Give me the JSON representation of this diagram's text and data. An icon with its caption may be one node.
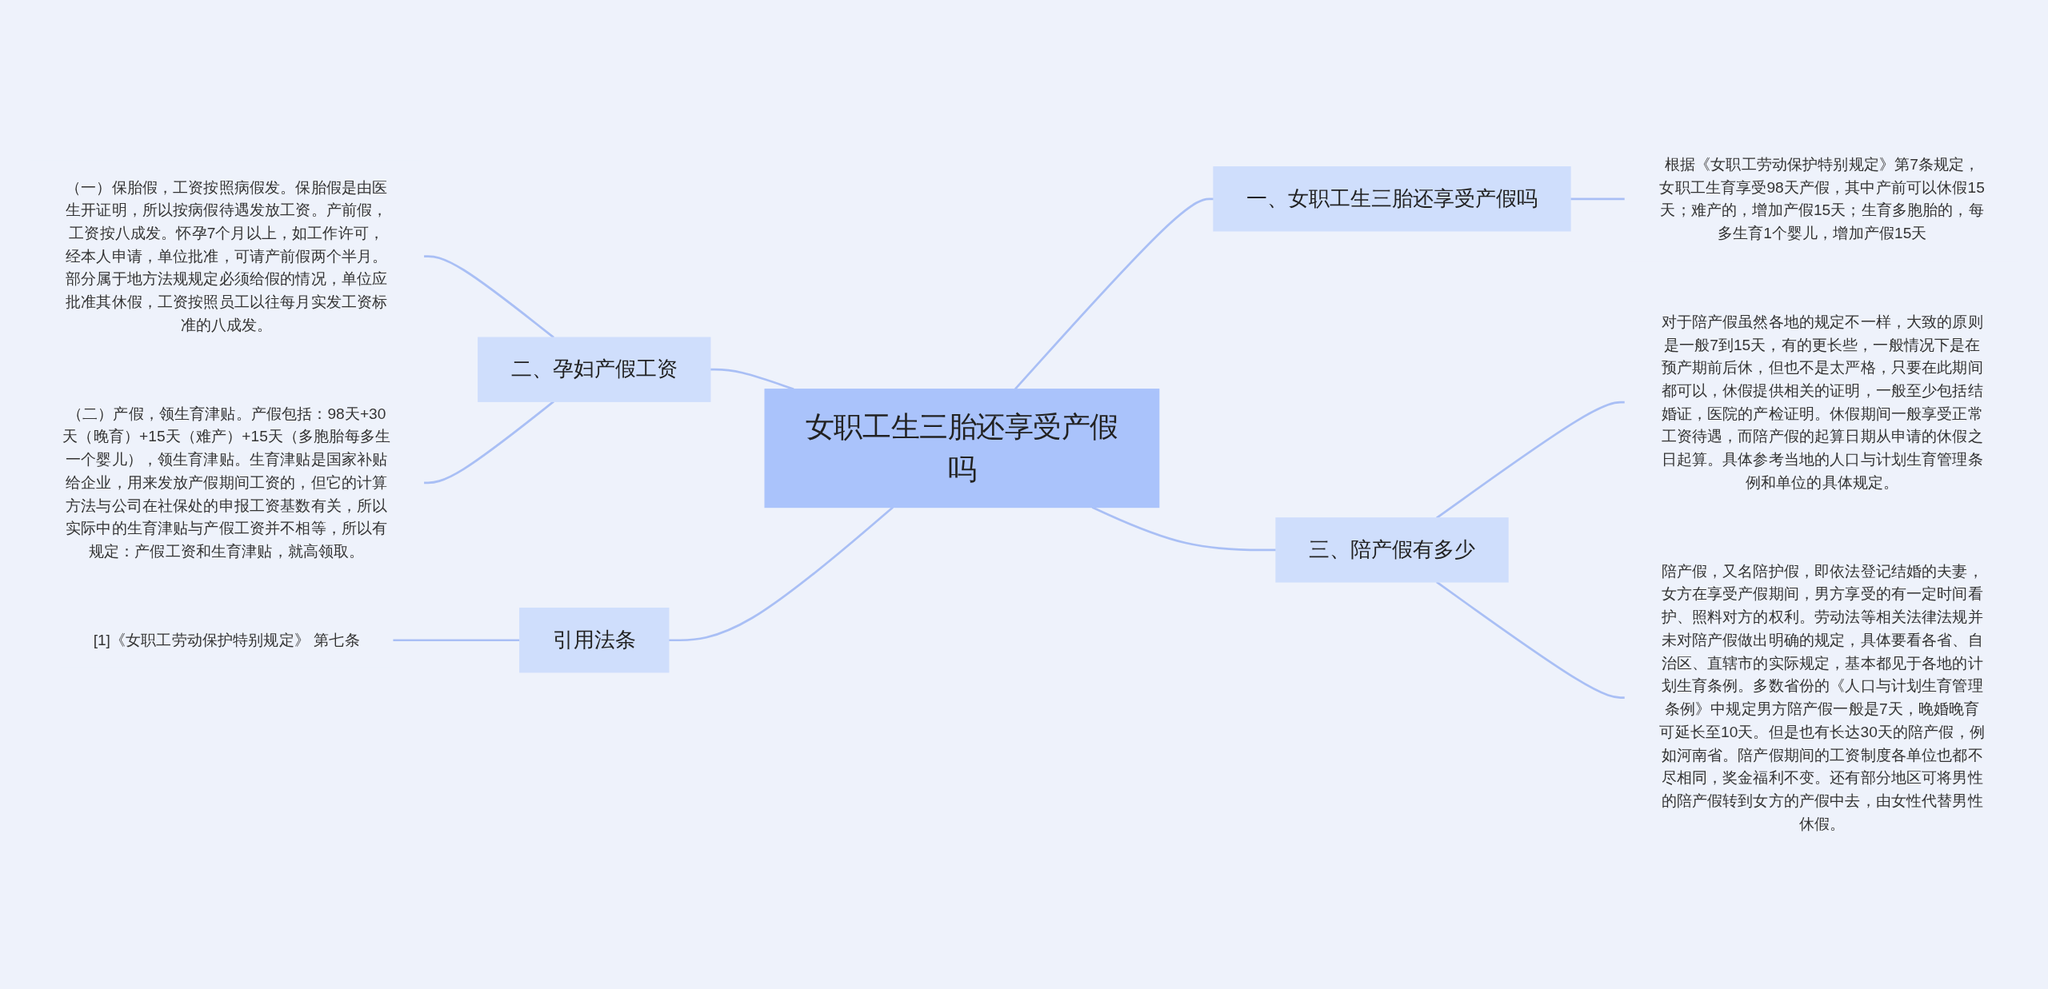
{
  "diagram": {
    "nodes": [
      {
        "text": [
          "女职工生三胎还享受产假吗"
        ]
      },
      {
        "text": [
          "一、女职工生三胎还享受产假吗"
        ]
      },
      {
        "text": [
          "根据《女职工劳动保护特别规定》第7条规定，女职工生育享受98天产假，其中产前可以休假15天；难产的，增加产假15天；生育多胞胎的，每多生育1个婴儿，增加产假15天"
        ]
      },
      {
        "text": [
          "二、孕妇产假工资"
        ]
      },
      {
        "text": [
          "（一）保胎假，工资按照病假发。保胎假是由医生开证明，所以按病假待遇发放工资。产前假，工资按八成发。怀孕7个月以上，如工作许可，经本人申请，单位批准，可请产前假两个半月。部分属于地方法规规定必须给假的情况，单位应批准其休假，工资按照员工以往每月实发工资标准的八成发。"
        ]
      },
      {
        "text": [
          "（二）产假，领生育津贴。产假包括：98天+30天（晚育）+15天（难产）+15天（多胞胎每多生一个婴儿），领生育津贴。生育津贴是国家补贴给企业，用来发放产假期间工资的，但它的计算方法与公司在社保处的申报工资基数有关，所以实际中的生育津贴与产假工资并不相等，所以有规定：产假工资和生育津贴，就高领取。"
        ]
      },
      {
        "text": [
          "三、陪产假有多少"
        ]
      },
      {
        "text": [
          "对于陪产假虽然各地的规定不一样，大致的原则是一般7到15天，有的更长些，一般情况下是在预产期前后休，但也不是太严格，只要在此期间都可以，休假提供相关的证明，一般至少包括结婚证，医院的产检证明。休假期间一般享受正常工资待遇，而陪产假的起算日期从申请的休假之日起算。具体参考当地的人口与计划生育管理条例和单位的具体规定。"
        ]
      },
      {
        "text": [
          "陪产假，又名陪护假，即依法登记结婚的夫妻，女方在享受产假期间，男方享受的有一定时间看护、照料对方的权利。劳动法等相关法律法规并未对陪产假做出明确的规定，具体要看各省、自治区、直辖市的实际规定，基本都见于各地的计划生育条例。多数省份的《人口与计划生育管理条例》中规定男方陪产假一般是7天，晚婚晚育可延长至10天。但是也有长达30天的陪产假，例如河南省。陪产假期间的工资制度各单位也都不尽相同，奖金福利不变。还有部分地区可将男性的陪产假转到女方的产假中去，由女性代替男性休假。"
        ]
      },
      {
        "text": [
          "引用法条"
        ]
      },
      {
        "text": [
          "[1]《女职工劳动保护特别规定》 第七条"
        ]
      }
    ],
    "edges": [
      {
        "from": 0,
        "to": 1,
        "arrow": "none"
      },
      {
        "from": 1,
        "to": 2,
        "arrow": "none"
      },
      {
        "from": 0,
        "to": 3,
        "arrow": "none"
      },
      {
        "from": 3,
        "to": 4,
        "arrow": "none"
      },
      {
        "from": 3,
        "to": 5,
        "arrow": "none"
      },
      {
        "from": 0,
        "to": 6,
        "arrow": "none"
      },
      {
        "from": 6,
        "to": 7,
        "arrow": "none"
      },
      {
        "from": 6,
        "to": 8,
        "arrow": "none"
      },
      {
        "from": 0,
        "to": 9,
        "arrow": "none"
      },
      {
        "from": 9,
        "to": 10,
        "arrow": "none"
      }
    ]
  }
}
